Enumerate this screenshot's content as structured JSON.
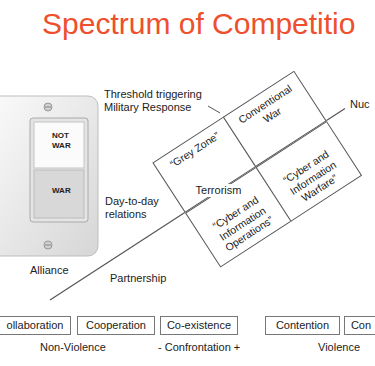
{
  "diagram": {
    "title": "Spectrum of Competitio",
    "nodes": [
      {
        "text": [
          "“Grey Zone”"
        ]
      },
      {
        "text": [
          "Conventional War"
        ]
      },
      {
        "text": [
          "“Cyber and Information Operations”"
        ]
      },
      {
        "text": [
          "“Cyber and Information Warfare”"
        ]
      },
      {
        "text": [
          "ollaboration"
        ]
      },
      {
        "text": [
          "Cooperation"
        ]
      },
      {
        "text": [
          "Co-existence"
        ]
      },
      {
        "text": [
          "Contention"
        ]
      },
      {
        "text": [
          "Con"
        ]
      }
    ],
    "labels": [
      "NOT WAR",
      "WAR",
      "Threshold triggering Military Response",
      "Nuc",
      "Day-to-day relations",
      "Terrorism",
      "Alliance",
      "Partnership",
      "Non-Violence",
      "- Confrontation +",
      "Violence"
    ]
  }
}
